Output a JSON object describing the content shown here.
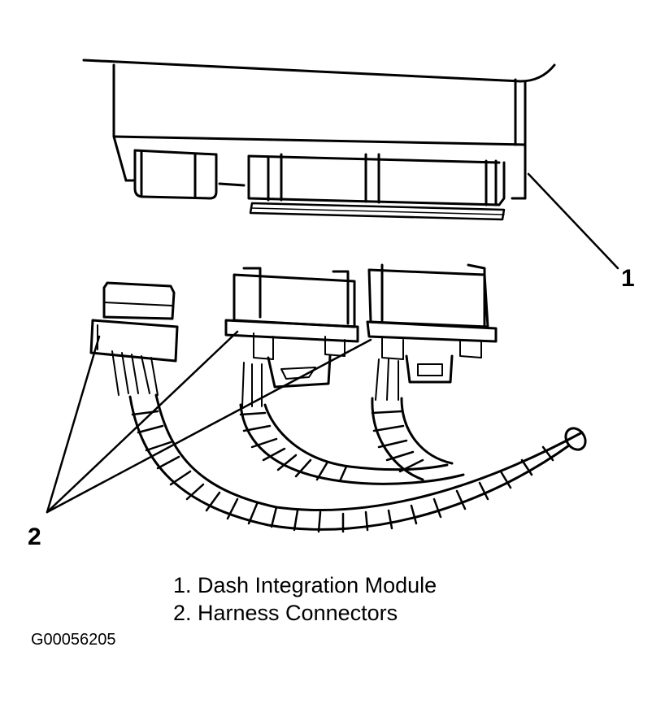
{
  "callouts": {
    "module": "1",
    "connectors": "2"
  },
  "legend": [
    {
      "text": "1. Dash Integration Module"
    },
    {
      "text": "2. Harness Connectors"
    }
  ],
  "figure_id": "G00056205",
  "colors": {
    "ink": "#000000",
    "paper": "#ffffff"
  }
}
